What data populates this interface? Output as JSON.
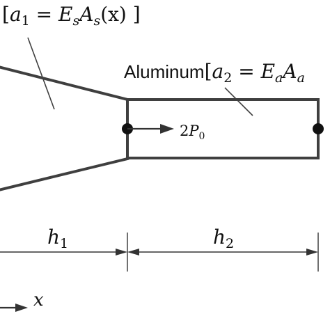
{
  "labels": {
    "steel_bracket_open": "[",
    "steel_a": "a",
    "steel_a_sub": "1",
    "steel_eq": " = ",
    "steel_E": "E",
    "steel_E_sub": "s",
    "steel_A": "A",
    "steel_A_sub": "s",
    "steel_arg": "(x)",
    "steel_bracket_close": " ]",
    "aluminum_word": "Aluminum",
    "alu_bracket_open": "[",
    "alu_a": "a",
    "alu_a_sub": "2",
    "alu_eq": " = ",
    "alu_E": "E",
    "alu_E_sub": "a",
    "alu_A": "A",
    "alu_A_sub": "a",
    "load_coef": "2",
    "load_P": "P",
    "load_P_sub": "0",
    "dim_h": "h",
    "dim_h1_sub": "1",
    "dim_h2_sub": "2",
    "axis_x": "x"
  }
}
